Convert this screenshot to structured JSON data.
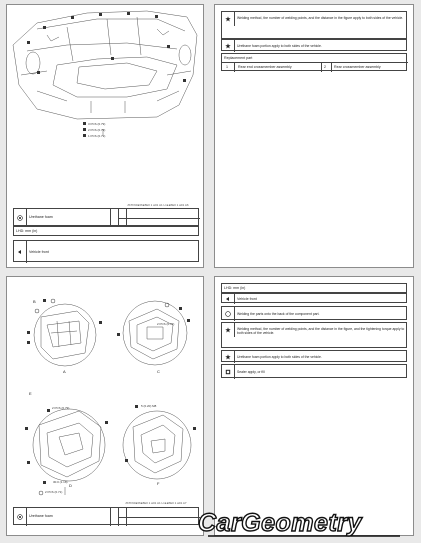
{
  "page1": {
    "detail_labels": [
      "3 PCS (0.79)",
      "2 PCS (0.79)",
      "1 PCS (0.79)"
    ],
    "figure_ref": "JSTF90●06●8E0 1 ●01 A1 L1●●8E0 1 ●01 A6",
    "table": {
      "row1_label": "Urethane foam",
      "row2_label": "LHD: mm (in)",
      "row3_label": "Vehicle front"
    }
  },
  "page2": {
    "rows": [
      "Welding method, the number of welding points, and the distance in the figure apply to both sides of the vehicle.",
      "Urethane foam portion apply to both sides of the vehicle."
    ],
    "parts_header": "Replacement part",
    "parts": [
      {
        "no": "1",
        "name": "Rear end crossmember assembly"
      },
      {
        "no": "2",
        "name": "Rear crossmember assembly"
      }
    ]
  },
  "page3": {
    "figure_labels": [
      "2 PCS (0.79)",
      "2 PCS (0.79)",
      "5 (0.20) M8",
      "30.0 (1.18)",
      "2 PCS (0.71)"
    ],
    "view_letters": [
      "A",
      "B",
      "C",
      "D",
      "E",
      "F"
    ],
    "figure_ref": "JSTF90●06●8E0 1 ●01 A1 L1●●8E0 1 ●01 A7",
    "table_row1_label": "Urethane foam"
  },
  "page4": {
    "rows": [
      "LHD: mm (in)",
      "Vehicle front",
      "Welding the parts onto the back of the component part.",
      "Welding method, the number of welding points, and the distance in the figure, and the tightening torque apply to both sides of the vehicle.",
      "Urethane foam portion apply to both sides of the vehicle.",
      "Sealer apply, or fill"
    ]
  },
  "watermark": {
    "text": "CarGeometry",
    "color": "#111111"
  }
}
